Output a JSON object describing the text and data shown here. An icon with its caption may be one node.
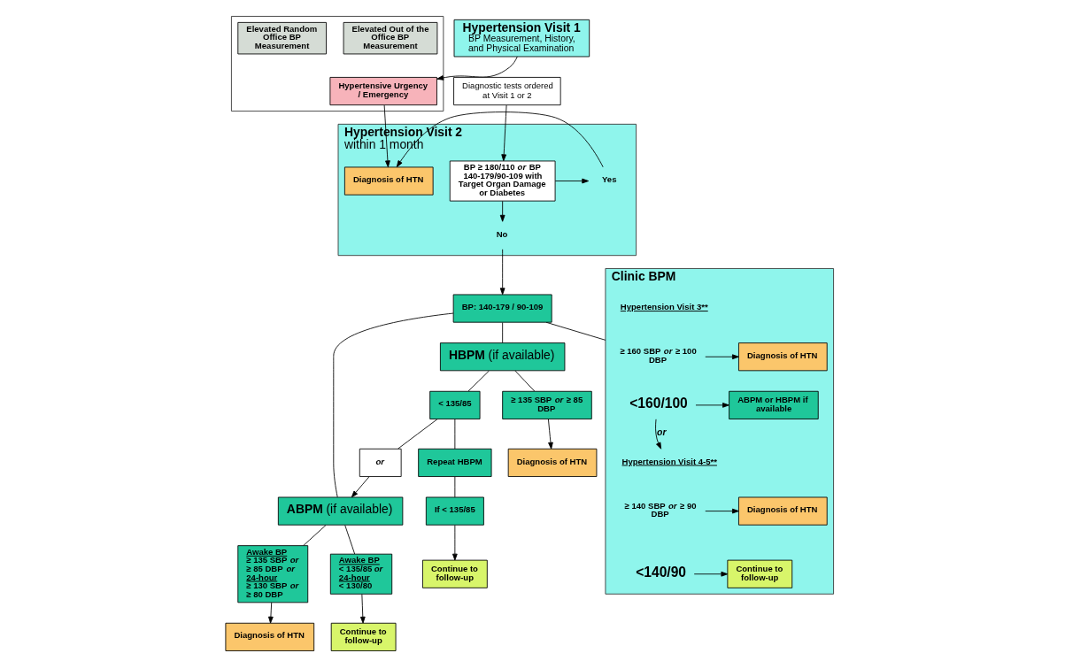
{
  "diagram": {
    "nodes": [
      {
        "text": [],
        "shape": "box"
      },
      {
        "text": [
          "Elevated Out of the Office BP Measurement"
        ],
        "in": 0
      },
      {
        "text": [
          "Elevated Random Office BP Measurement"
        ],
        "in": 0
      },
      {
        "text": [
          "Hypertension Visit 1",
          "BP Measurement, History, and Physical Examination"
        ]
      },
      {
        "text": [
          "Diagnostic tests ordered at Visit 1 or 2"
        ]
      },
      {
        "text": [
          "Hypertensive Urgency / Emergency"
        ],
        "in": 0
      },
      {
        "text": [
          "Hypertension Visit 2",
          "within 1 month"
        ]
      },
      {
        "text": [
          "BP ≥ 180/110 *or* BP 140-179/90-109 with Target Organ Damage or Diabetes"
        ],
        "in": 6
      },
      {
        "text": [
          "Yes"
        ],
        "in": 6
      },
      {
        "text": [
          "Diagnosis of HTN"
        ],
        "in": 6
      },
      {
        "text": [
          "No"
        ],
        "in": 6
      },
      {
        "text": [
          "BP: 140-179 / 90-109"
        ]
      },
      {
        "text": [
          "Clinic BPM"
        ]
      },
      {
        "text": [
          "≥ 160 SBP *or* ≥ 100 DBP"
        ],
        "in": 12
      },
      {
        "text": [
          "Diagnosis of HTN"
        ],
        "in": 12
      },
      {
        "text": [
          "<160/100"
        ],
        "in": 12
      },
      {
        "text": [
          "ABPM or HBPM if available"
        ],
        "in": 12
      },
      {
        "text": [
          "Hypertension Visit 4-5**"
        ],
        "in": 12
      },
      {
        "text": [
          "≥ 140 SBP *or* ≥ 90 DBP"
        ],
        "in": 12
      },
      {
        "text": [
          "Diagnosis of HTN"
        ],
        "in": 12
      },
      {
        "text": [
          "<140/90"
        ],
        "in": 12
      },
      {
        "text": [
          "Continue to follow-up"
        ],
        "in": 12
      },
      {
        "text": [
          "**ABPM** (if available)"
        ]
      },
      {
        "text": [
          "Awake BP",
          "< 135/85 *or*",
          "24-hour",
          "< 130/80"
        ]
      },
      {
        "text": [
          "Awake BP",
          "≥ 135 SBP *or* ≥ 85 DBP *or*",
          "24-hour",
          "≥ 130 SBP *or* ≥ 80 DBP"
        ]
      },
      {
        "text": [
          "Continue to follow-up"
        ]
      },
      {
        "text": [
          "Diagnosis of HTN"
        ]
      },
      {
        "text": [
          "**HBPM** (if available)"
        ]
      },
      {
        "text": [
          "< 135/85"
        ]
      },
      {
        "text": [
          "or"
        ]
      },
      {
        "text": [
          "Repeat HBPM"
        ]
      },
      {
        "text": [
          "If < 135/85"
        ]
      },
      {
        "text": [
          "≥ 135 SBP *or* ≥ 85 DBP"
        ]
      },
      {
        "text": [
          "Continue to follow-up"
        ]
      },
      {
        "text": [
          "Diagnosis of HTN"
        ]
      }
    ],
    "edges": [
      {
        "from": 3,
        "to": 5,
        "arrow": "to"
      },
      {
        "from": 4,
        "to": 7,
        "arrow": "to"
      },
      {
        "from": 5,
        "to": 9,
        "arrow": "to"
      },
      {
        "from": 7,
        "to": 8,
        "arrow": "to"
      },
      {
        "from": 8,
        "to": 9,
        "arrow": "to"
      },
      {
        "from": 7,
        "to": 10,
        "arrow": "to"
      },
      {
        "from": 10,
        "to": 11,
        "arrow": "to"
      },
      {
        "from": 11,
        "to": 12,
        "arrow": "none"
      },
      {
        "from": 11,
        "to": 22,
        "arrow": "none"
      },
      {
        "from": 11,
        "to": 27,
        "arrow": "none"
      },
      {
        "from": 13,
        "to": 14,
        "arrow": "to"
      },
      {
        "from": 15,
        "to": 16,
        "arrow": "to"
      },
      {
        "from": 15,
        "to": 17,
        "arrow": "to",
        "label": "or"
      },
      {
        "from": 18,
        "to": 19,
        "arrow": "to"
      },
      {
        "from": 20,
        "to": 21,
        "arrow": "to"
      },
      {
        "from": 22,
        "to": 23,
        "arrow": "none"
      },
      {
        "from": 22,
        "to": 24,
        "arrow": "none"
      },
      {
        "from": 23,
        "to": 25,
        "arrow": "to"
      },
      {
        "from": 24,
        "to": 26,
        "arrow": "to"
      },
      {
        "from": 27,
        "to": 28,
        "arrow": "none"
      },
      {
        "from": 27,
        "to": 32,
        "arrow": "none"
      },
      {
        "from": 28,
        "to": 29,
        "arrow": "none"
      },
      {
        "from": 29,
        "to": 22,
        "arrow": "to"
      },
      {
        "from": 28,
        "to": 30,
        "arrow": "none"
      },
      {
        "from": 30,
        "to": 31,
        "arrow": "none"
      },
      {
        "from": 31,
        "to": 33,
        "arrow": "to"
      },
      {
        "from": 32,
        "to": 34,
        "arrow": "to"
      }
    ],
    "labels": [
      "Hypertension Visit 3**"
    ]
  }
}
